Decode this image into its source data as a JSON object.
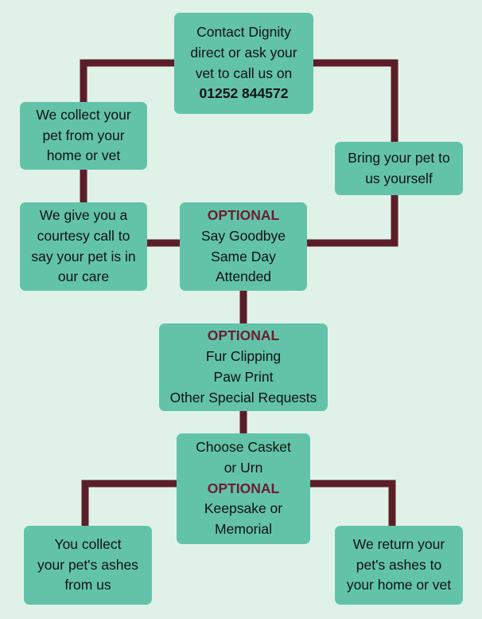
{
  "colors": {
    "background": "#e0f2e8",
    "box": "#63c3a9",
    "connector": "#5b1e28",
    "optional_text": "#6b1f2e"
  },
  "boxes": {
    "contact": {
      "lines": [
        "Contact Dignity",
        "direct or ask your",
        "vet to call us on"
      ],
      "phone": "01252 844572"
    },
    "collect_pet": {
      "lines": [
        "We collect your",
        "pet from your",
        "home or vet"
      ]
    },
    "bring_pet": {
      "lines": [
        "Bring your pet to",
        "us yourself"
      ]
    },
    "courtesy_call": {
      "lines": [
        "We give you a",
        "courtesy call to",
        "say your pet is in",
        "our care"
      ]
    },
    "say_goodbye": {
      "optional": "OPTIONAL",
      "lines": [
        "Say Goodbye",
        "Same Day",
        "Attended"
      ]
    },
    "fur_clipping": {
      "optional": "OPTIONAL",
      "lines": [
        "Fur Clipping",
        "Paw Print",
        "Other Special Requests"
      ]
    },
    "casket": {
      "lines": [
        "Choose Casket",
        "or Urn"
      ],
      "optional": "OPTIONAL",
      "lines2": [
        "Keepsake or",
        "Memorial"
      ]
    },
    "collect_ashes": {
      "lines": [
        "You collect",
        "your pet's ashes",
        "from us"
      ]
    },
    "return_ashes": {
      "lines": [
        "We return your",
        "pet's ashes to",
        "your home or vet"
      ]
    }
  }
}
